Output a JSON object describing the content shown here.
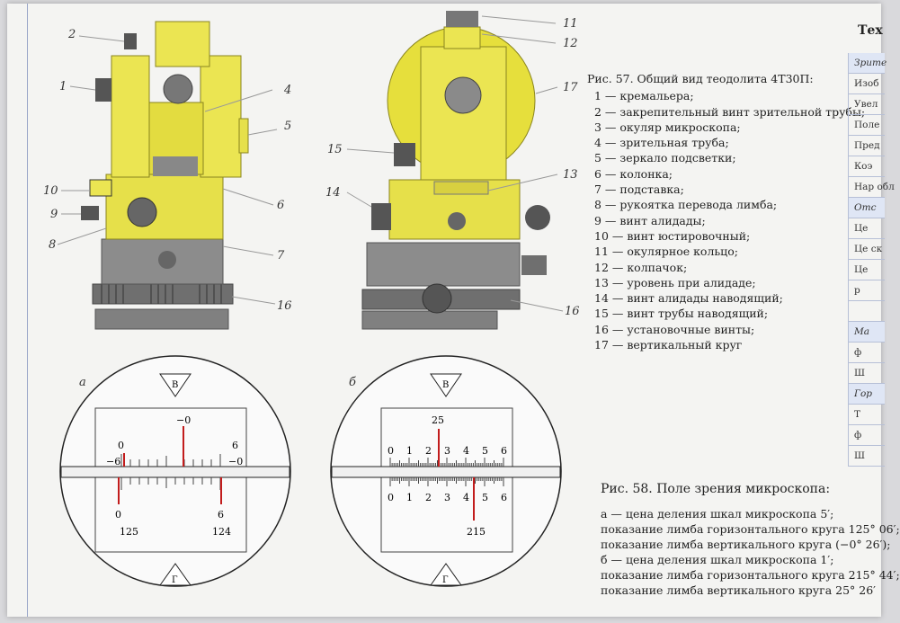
{
  "fig57": {
    "title": "Рис. 57. Общий вид теодолита 4Т30П:",
    "items": [
      "1 — кремальера;",
      "2 — закрепительный винт зрительной трубы;",
      "3 — окуляр микроскопа;",
      "4 — зрительная труба;",
      "5 — зеркало подсветки;",
      "6 — колонка;",
      "7 — подставка;",
      "8 — рукоятка перевода лимба;",
      "9 — винт алидады;",
      "10 — винт юстировочный;",
      "11 — окулярное кольцо;",
      "12 — колпачок;",
      "13 — уровень при алидаде;",
      "14 — винт алидады наводящий;",
      "15 — винт трубы наводящий;",
      "16 — установочные винты;",
      "17 — вертикальный круг"
    ],
    "callouts": {
      "c1": "1",
      "c2": "2",
      "c4": "4",
      "c5": "5",
      "c6": "6",
      "c7": "7",
      "c8": "8",
      "c9": "9",
      "c10": "10",
      "c16a": "16",
      "c11": "11",
      "c12": "12",
      "c17": "17",
      "c13": "13",
      "c15": "15",
      "c14": "14",
      "c16b": "16"
    }
  },
  "fig58": {
    "title": "Рис. 58. Поле зрения микроскопа:",
    "lines": [
      "а — цена деления шкал микроскопа 5′;",
      "показание лимба горизонтального круга 125° 06′;",
      "показание лимба вертикального круга (−0° 26′);",
      "б — цена деления шкал микроскопа 1′;",
      "показание лимба горизонтального круга 215° 44′;",
      "показание лимба вертикального круга 25° 26′"
    ],
    "panel_a": {
      "label": "а",
      "top_mark": "В",
      "bottom_mark": "Г",
      "v_label": "−0",
      "v_left_0": "0",
      "v_left_neg6": "−6",
      "v_right_6": "6",
      "v_right_neg0": "−0",
      "h_left_0": "0",
      "h_right_6": "6",
      "h_left_val": "125",
      "h_right_val": "124"
    },
    "panel_b": {
      "label": "б",
      "top_mark": "В",
      "bottom_mark": "Г",
      "v_label": "25",
      "h_label": "215",
      "ticks": [
        "0",
        "1",
        "2",
        "3",
        "4",
        "5",
        "6"
      ]
    }
  },
  "sidebar": {
    "title": "Тех",
    "rows": [
      "Зрите",
      "Изоб",
      "Увел",
      "Поле",
      "Пред",
      "Коэ",
      "Нар обл",
      "Отс",
      "Це",
      "Це ск",
      "Це",
      "р",
      "",
      "Ма",
      "ф",
      "Ш",
      "Гор",
      "Т",
      "ф",
      "Ш"
    ]
  }
}
